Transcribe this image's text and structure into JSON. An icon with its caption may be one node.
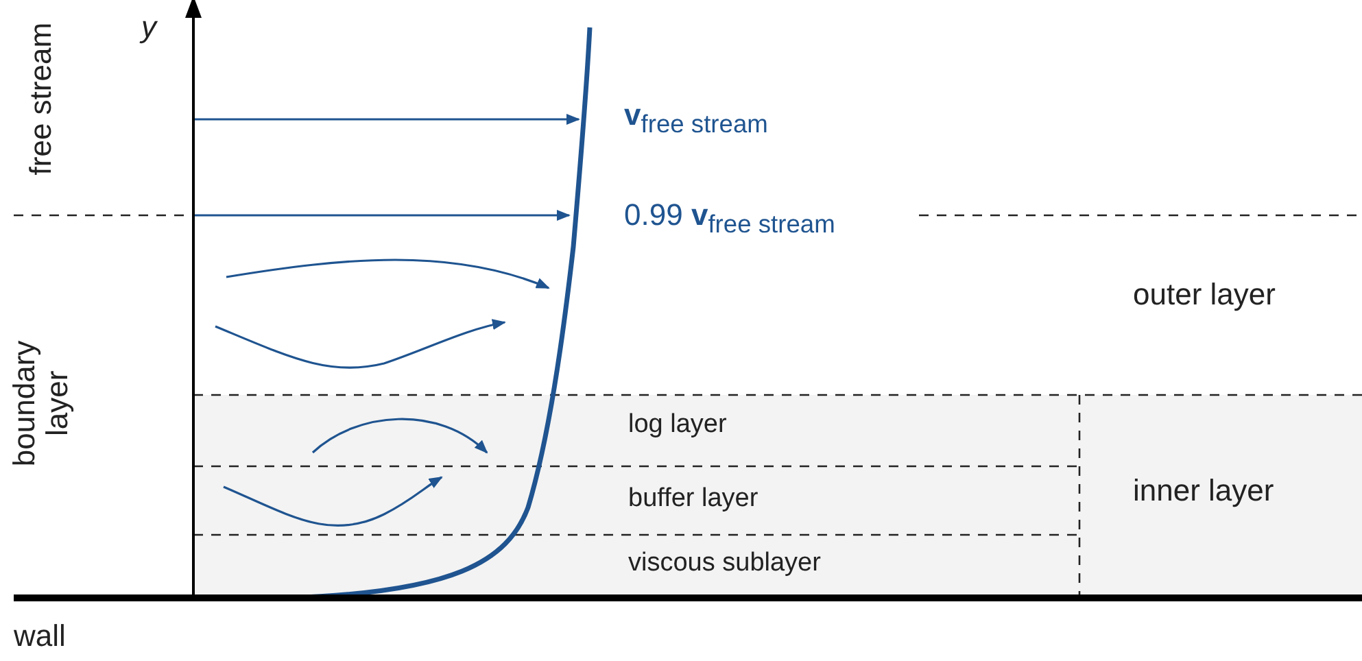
{
  "diagram": {
    "labels": [
      "y",
      "free stream",
      "**v**$_{free stream}$",
      "0.99 **v**$_{free stream}$",
      "outer layer",
      "boundary layer",
      "log layer",
      "inner layer",
      "buffer layer",
      "viscous sublayer",
      "wall"
    ]
  }
}
